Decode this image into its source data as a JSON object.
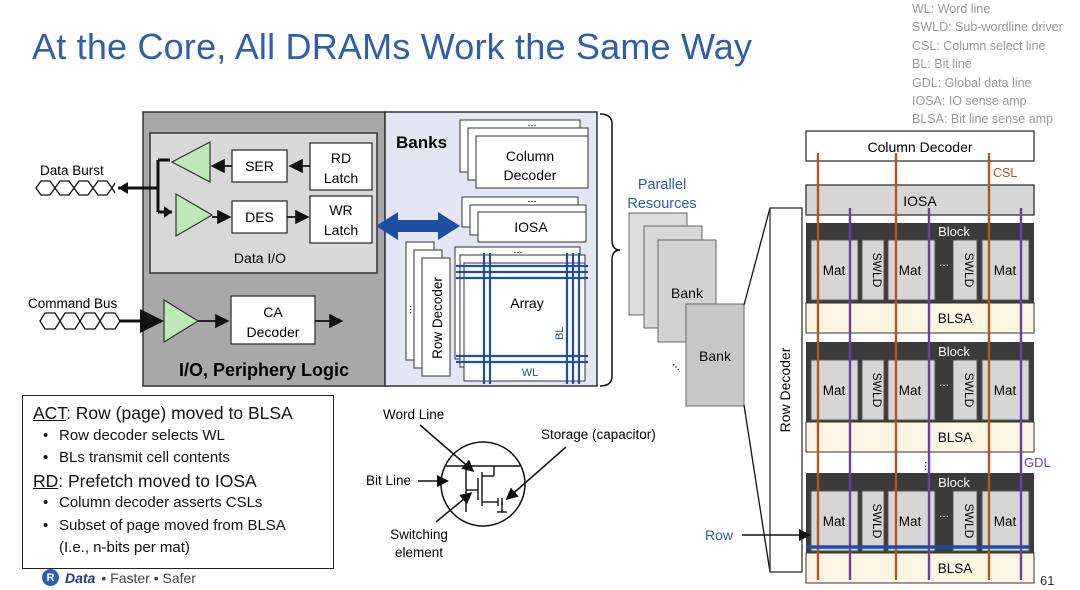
{
  "title": "At the Core, All DRAMs Work the Same Way",
  "legend": [
    "WL: Word line",
    "SWLD: Sub-wordline driver",
    "CSL: Column select line",
    "BL: Bit line",
    "GDL: Global data line",
    "IOSA: IO sense amp",
    "BLSA: Bit line sense amp"
  ],
  "left_diagram": {
    "data_burst": "Data Burst",
    "command_bus": "Command Bus",
    "ser": "SER",
    "des": "DES",
    "rd_latch_1": "RD",
    "rd_latch_2": "Latch",
    "wr_latch_1": "WR",
    "wr_latch_2": "Latch",
    "data_io": "Data I/O",
    "ca_decoder_1": "CA",
    "ca_decoder_2": "Decoder",
    "periphery": "I/O, Periphery Logic",
    "banks": "Banks",
    "column_decoder_1": "Column",
    "column_decoder_2": "Decoder",
    "iosa": "IOSA",
    "row_decoder": "Row Decoder",
    "array": "Array",
    "bl": "BL",
    "wl": "WL",
    "dots": "...",
    "parallel_1": "Parallel",
    "parallel_2": "Resources",
    "bank_1": "Bank",
    "bank_2": "Bank"
  },
  "cell_diagram": {
    "word_line": "Word Line",
    "bit_line": "Bit Line",
    "storage": "Storage (capacitor)",
    "switching_1": "Switching",
    "switching_2": "element"
  },
  "right_diagram": {
    "column_decoder": "Column Decoder",
    "csl": "CSL",
    "iosa": "IOSA",
    "block": "Block",
    "mat": "Mat",
    "swld": "SWLD",
    "blsa": "BLSA",
    "row_decoder": "Row Decoder",
    "gdl": "GDL",
    "row": "Row",
    "dots": "..."
  },
  "notes": {
    "act_key": "ACT",
    "act_rest": ": Row (page) moved to BLSA",
    "act_b1": "Row decoder selects WL",
    "act_b2": "BLs transmit cell contents",
    "rd_key": "RD",
    "rd_rest": ": Prefetch moved to IOSA",
    "rd_b1": "Column decoder asserts CSLs",
    "rd_b2": "Subset of page moved from BLSA",
    "rd_b3": "(I.e., n-bits per mat)"
  },
  "footer": {
    "logo": "R",
    "brand": "Data",
    "rest": "• Faster • Safer"
  },
  "page_number": "61",
  "colors": {
    "title": "#2e5fa8",
    "csl": "#b5541f",
    "gdl": "#6a3fa0",
    "wire_blue": "#1f4fa3",
    "periphery_bg": "#a8a8a8",
    "banks_bg": "#e4e6f4",
    "blsa_bg": "#fdf6e3",
    "block_bg": "#3b3b3b"
  }
}
